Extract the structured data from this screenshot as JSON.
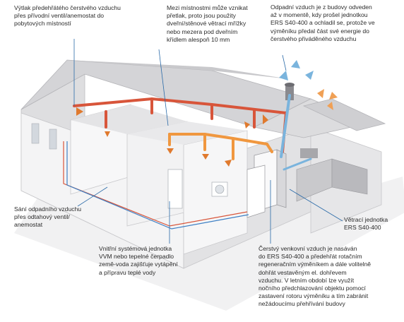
{
  "diagram": {
    "notes": {
      "supply": "Výtlak předehřátého čerstvého vzduchu\npřes přívodní ventil/anemostat do\npobytových místností",
      "transfer": "Mezi místnostmi může vznikat\npřetlak, proto jsou použity\ndveřní/stěnové větrací mřížky\nnebo mezera pod dveřním\nkřídlem alespoň 10 mm",
      "exhaust": "Odpadní vzduch je z budovy odveden\naž v momentě, kdy prošel jednotkou\nERS S40-400 a ochladil se, protože ve\nvýměníku předal část své energie do\nčerstvého přiváděného vzduchu",
      "extract": "Sání odpadního vzduchu\npřes odtahový ventil/\nanemostat",
      "vvm": "Vnitřní systémová jednotka\nVVM nebo tepelné čerpadlo\nzemě-voda zajišťuje vytápění\na přípravu teplé vody",
      "unit": "Větrací jednotka\nERS S40-400",
      "outdoor": "Čerstvý venkovní vzduch je nasáván\ndo ERS S40-400 a předehřát rotačním\nregeneračním výměníkem a dále volitelně\ndohřát vestavěným el. dohřevem\nvzduchu. V letním období lze využít\nnočního předchlazování objektu pomocí\nzastavení rotoru výměníku a tím zabránit\nnežádoucímu přehřívání budovy"
    }
  },
  "colors": {
    "supply_duct": "#e07a2e",
    "extract_duct": "#d8553a",
    "exhaust_air": "#7ab4dd",
    "outdoor_air": "#f0a055",
    "callout_line": "#2a6aa8",
    "roof": "#d9d9db",
    "wall": "#ececee"
  }
}
